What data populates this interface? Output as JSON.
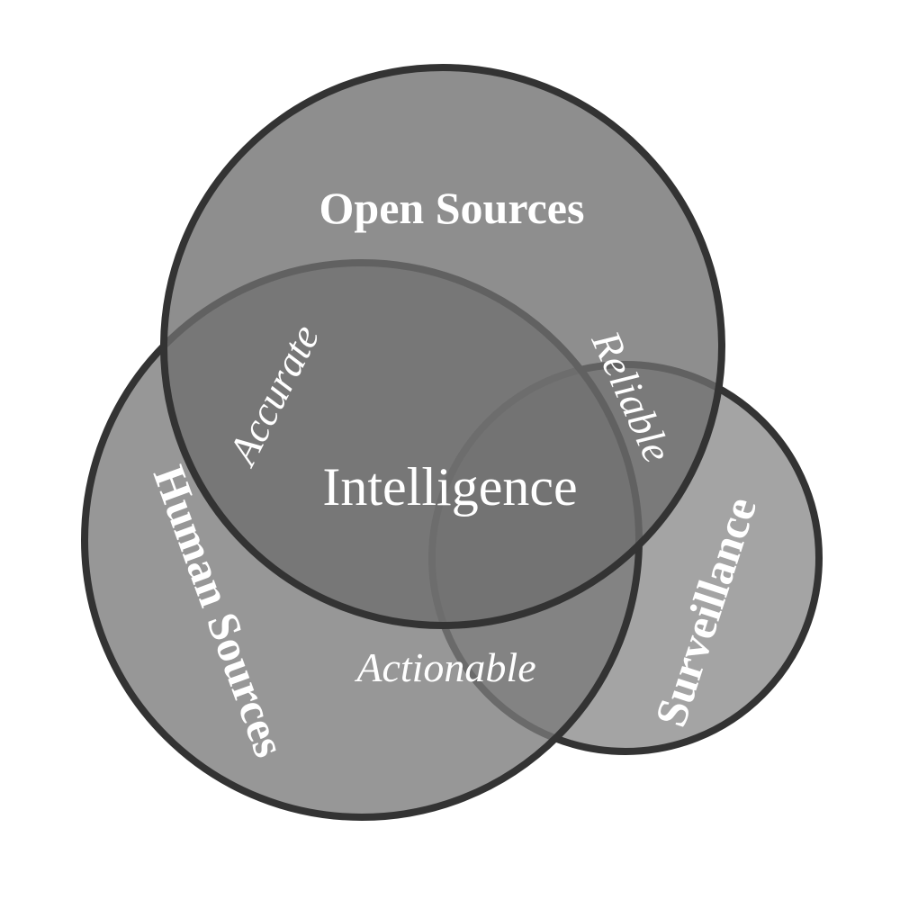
{
  "diagram": {
    "sets": {
      "top": "Open Sources",
      "left": "Human Sources",
      "right": "Surveillance"
    },
    "overlaps": {
      "top_left": "Accurate",
      "top_right": "Reliable",
      "left_right": "Actionable"
    },
    "center": "Intelligence",
    "colors": {
      "background": "#ffffff",
      "circle_fill": "#7f7f7f",
      "circle_stroke": "#3a3a3a",
      "text": "#ffffff"
    }
  }
}
